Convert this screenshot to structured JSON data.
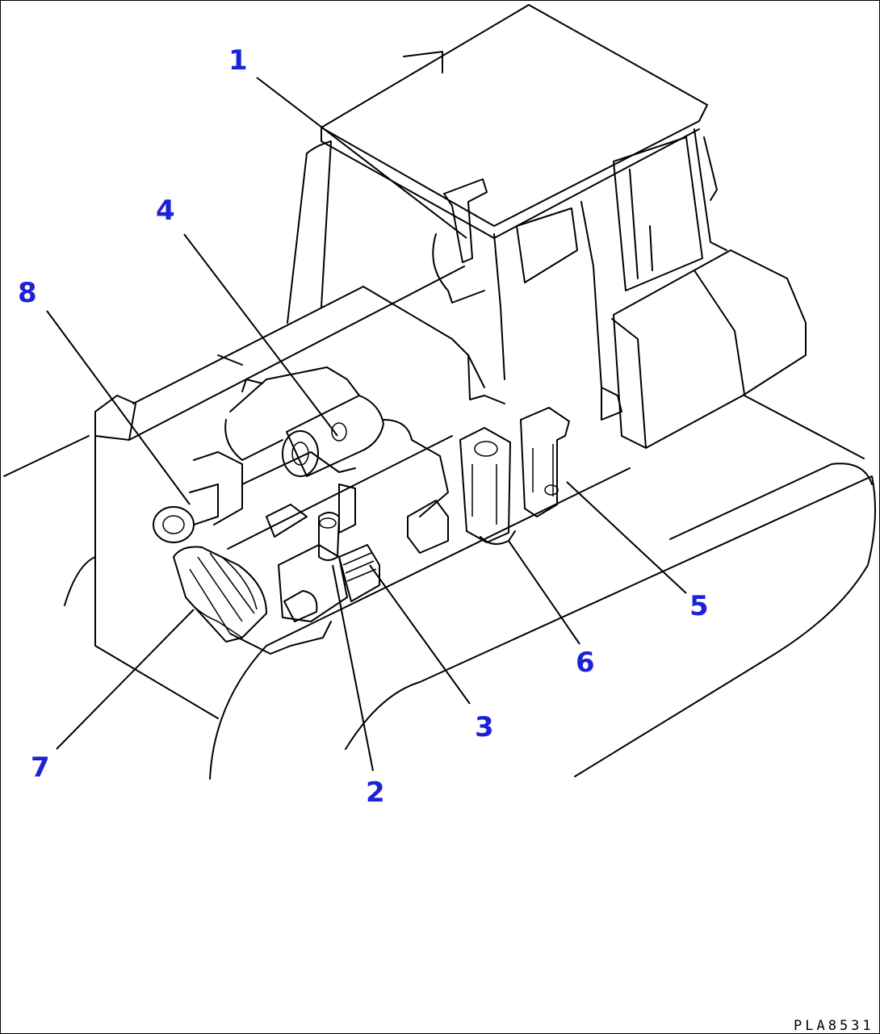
{
  "callouts": [
    {
      "id": "1",
      "label": "1"
    },
    {
      "id": "2",
      "label": "2"
    },
    {
      "id": "3",
      "label": "3"
    },
    {
      "id": "4",
      "label": "4"
    },
    {
      "id": "5",
      "label": "5"
    },
    {
      "id": "6",
      "label": "6"
    },
    {
      "id": "7",
      "label": "7"
    },
    {
      "id": "8",
      "label": "8"
    }
  ],
  "drawing_code": "PLA8531",
  "colors": {
    "callout": "#1e22d6",
    "lines": "#000000",
    "background": "#ffffff"
  }
}
